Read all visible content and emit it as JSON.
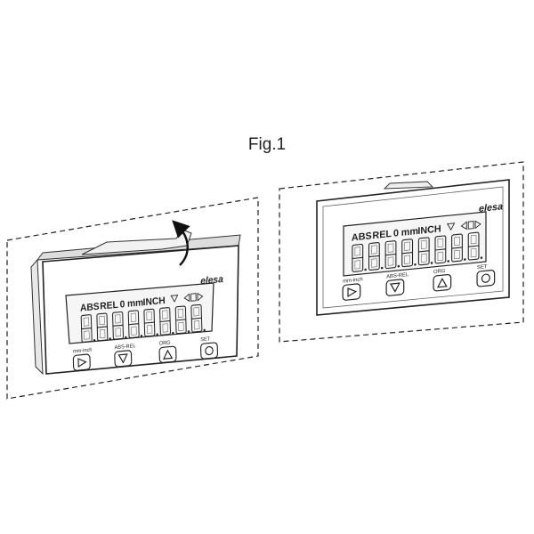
{
  "figure": {
    "title": "Fig.1"
  },
  "device": {
    "brand": "elesa",
    "indicators": {
      "abs": "ABS",
      "rel": "REL",
      "zero": "0",
      "mm": "mm",
      "inch": "INCH"
    },
    "buttons": [
      {
        "label": "mm-inch",
        "icon": "triangle-right-icon"
      },
      {
        "label": "ABS-REL",
        "icon": "triangle-down-icon"
      },
      {
        "label": "ORG",
        "icon": "triangle-up-icon"
      },
      {
        "label": "SET",
        "icon": "circle-icon"
      }
    ],
    "digit_count": 8
  },
  "colors": {
    "line": "#2a2a2a",
    "screen": "#f4f4f4",
    "frame": "#ffffff",
    "pale": "#9a9a9a"
  }
}
